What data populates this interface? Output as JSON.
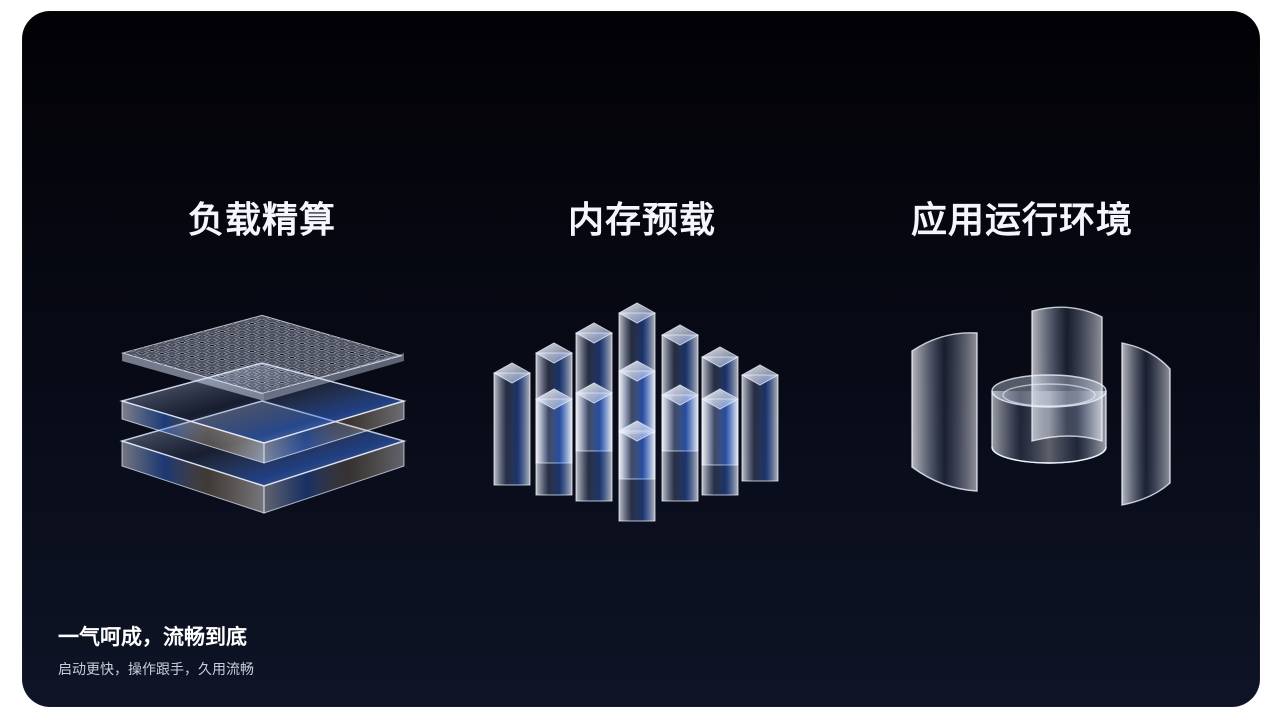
{
  "features": [
    {
      "title": "负载精算",
      "icon": "layered-grid-icon"
    },
    {
      "title": "内存预载",
      "icon": "crystal-pillars-icon"
    },
    {
      "title": "应用运行环境",
      "icon": "glass-cylinder-icon"
    }
  ],
  "caption": {
    "headline": "一气呵成，流畅到底",
    "subline": "启动更快，操作跟手，久用流畅"
  },
  "colors": {
    "background_top": "#020205",
    "background_bottom": "#0e1426",
    "text": "#f4f6fb",
    "glass_highlight": "#dbe6ff",
    "refraction_blue": "#3a7bff"
  }
}
